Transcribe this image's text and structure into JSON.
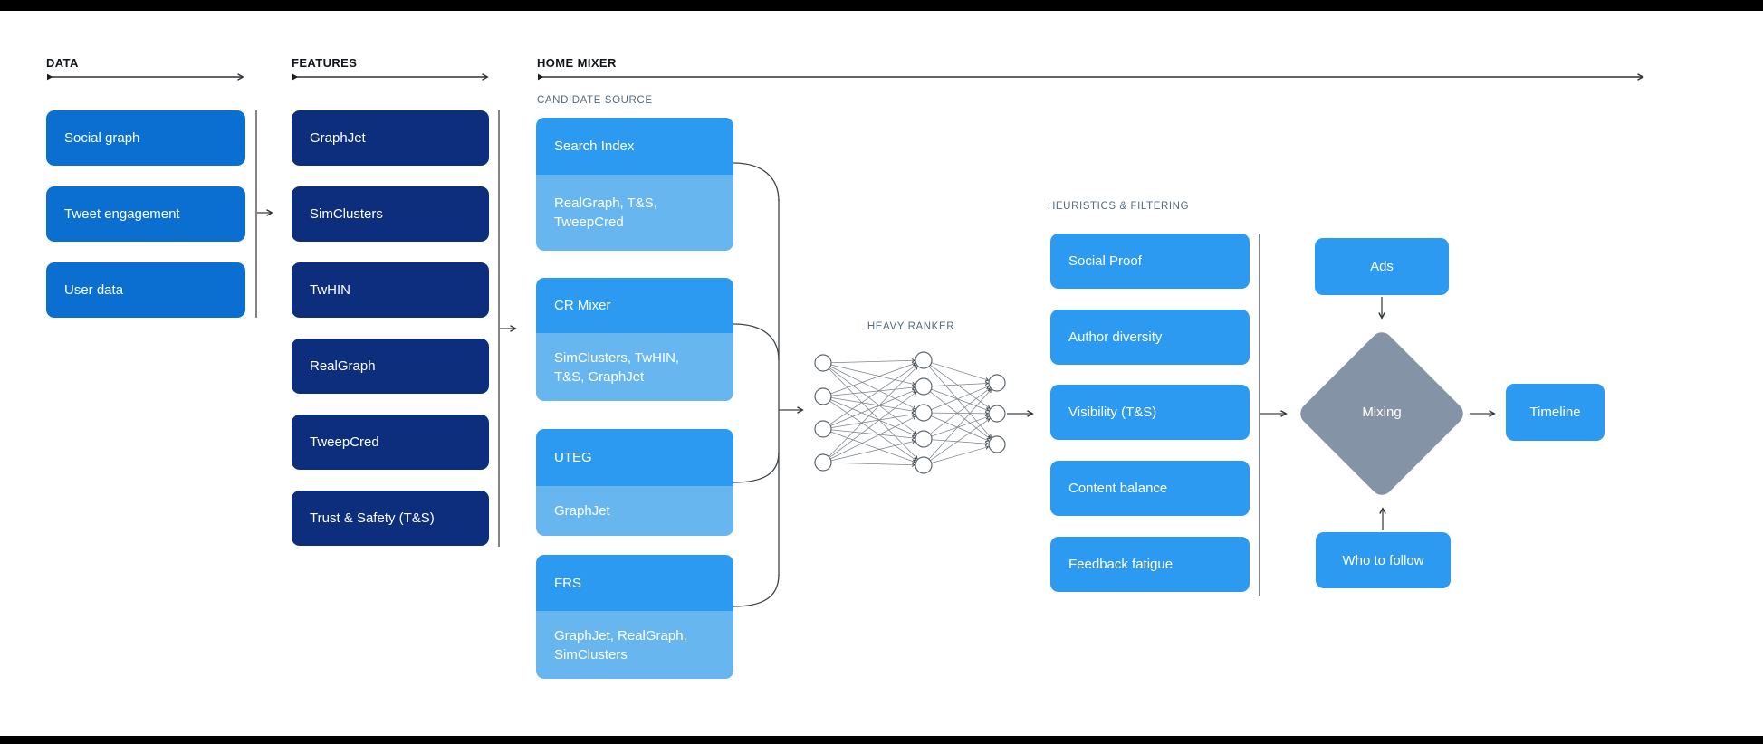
{
  "colors": {
    "background": "#ffffff",
    "frame_bar": "#000000",
    "data_blue": "#0b6fd2",
    "feature_navy": "#0d2e7d",
    "bright_blue": "#2b9af0",
    "light_blue": "#68b6f0",
    "mixing_gray": "#8494a6",
    "label_gray": "#566b7c",
    "line_dark": "#2f3438"
  },
  "sections": {
    "data": {
      "label": "DATA",
      "items": [
        "Social graph",
        "Tweet engagement",
        "User data"
      ]
    },
    "features": {
      "label": "FEATURES",
      "items": [
        "GraphJet",
        "SimClusters",
        "TwHIN",
        "RealGraph",
        "TweepCred",
        "Trust & Safety (T&S)"
      ]
    },
    "home_mixer": {
      "label": "HOME MIXER",
      "candidate_source": {
        "label": "CANDIDATE SOURCE",
        "items": [
          {
            "title": "Search Index",
            "subtitle": "RealGraph, T&S, TweepCred"
          },
          {
            "title": "CR Mixer",
            "subtitle": "SimClusters, TwHIN, T&S, GraphJet"
          },
          {
            "title": "UTEG",
            "subtitle": "GraphJet"
          },
          {
            "title": "FRS",
            "subtitle": "GraphJet, RealGraph, SimClusters"
          }
        ]
      },
      "heavy_ranker": {
        "label": "HEAVY RANKER"
      },
      "heuristics": {
        "label": "HEURISTICS & FILTERING",
        "items": [
          "Social Proof",
          "Author diversity",
          "Visibility (T&S)",
          "Content balance",
          "Feedback fatigue"
        ]
      },
      "output_flow": {
        "ads": "Ads",
        "mixing": "Mixing",
        "who_to_follow": "Who to follow",
        "timeline": "Timeline"
      }
    }
  }
}
